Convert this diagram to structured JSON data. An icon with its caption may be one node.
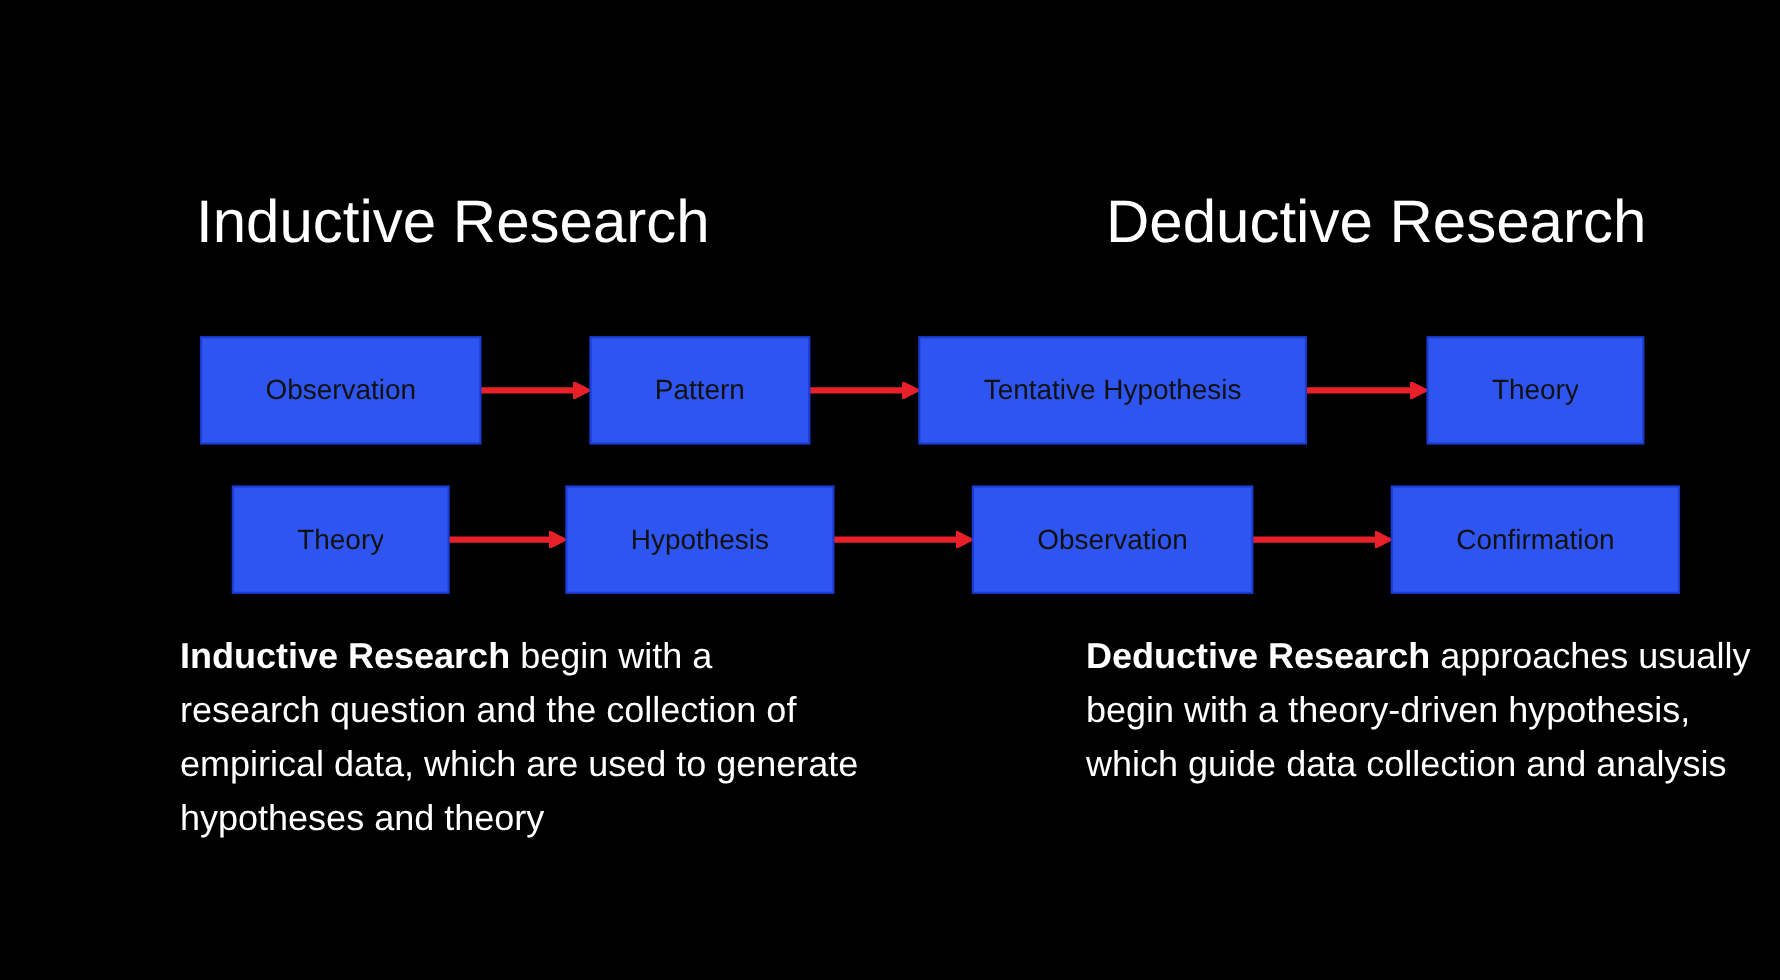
{
  "diagram": {
    "nodes": [
      {
        "text": [
          "Observation"
        ]
      },
      {
        "text": [
          "Pattern"
        ]
      },
      {
        "text": [
          "Tentative Hypothesis"
        ]
      },
      {
        "text": [
          "Theory"
        ]
      },
      {
        "text": [
          "Theory"
        ]
      },
      {
        "text": [
          "Hypothesis"
        ]
      },
      {
        "text": [
          "Observation"
        ]
      },
      {
        "text": [
          "Confirmation"
        ]
      }
    ],
    "edges": [
      {
        "from": 0,
        "to": 1,
        "arrow": "to"
      },
      {
        "from": 1,
        "to": 2,
        "arrow": "to"
      },
      {
        "from": 2,
        "to": 3,
        "arrow": "to"
      },
      {
        "from": 4,
        "to": 5,
        "arrow": "to"
      },
      {
        "from": 5,
        "to": 6,
        "arrow": "to"
      },
      {
        "from": 6,
        "to": 7,
        "arrow": "to"
      }
    ],
    "labels": [
      "Inductive Research",
      "Deductive Research",
      "**Inductive Research** begin with a research question and the collection of empirical data, which are used to generate hypotheses and theory",
      "**Deductive Research** approaches usually begin with a theory-driven hypothesis, which guide data collection and analysis"
    ]
  }
}
